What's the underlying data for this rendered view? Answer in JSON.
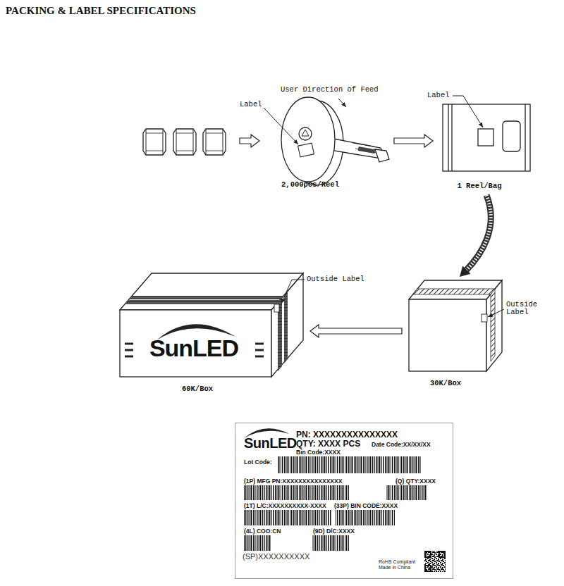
{
  "diagram": {
    "title": "PACKING & LABEL SPECIFICATIONS",
    "nodes": [
      {
        "text": [
          "2,000pcs/Reel"
        ]
      },
      {
        "text": [
          "1 Reel/Bag"
        ]
      },
      {
        "text": [
          "30K/Box"
        ]
      },
      {
        "text": [
          "SunLED",
          "60K/Box"
        ]
      },
      {
        "text": [
          "SunLED",
          "PN: XXXXXXXXXXXXXXX",
          "QTY: XXXX PCS",
          "Date Code:XX/XX/XX",
          "Bin Code:XXXX",
          "Lot Code:",
          "(1P) MFG PN:XXXXXXXXXXXXXXX",
          "(Q) QTY:XXXX",
          "(1T) L/C:XXXXXXXXXX-XXXX",
          "(33P) BIN CODE:XXXX",
          "(4L) COO:CN",
          "(9D) D/C:XXXX",
          "(SP)XXXXXXXXXX",
          "RoHS Compliant Made in China"
        ]
      }
    ],
    "edges": [
      {
        "from": 0,
        "to": 1,
        "arrow": "to"
      },
      {
        "from": 1,
        "to": 2,
        "arrow": "to"
      },
      {
        "from": 2,
        "to": 3,
        "arrow": "to"
      }
    ],
    "labels": [
      "User Direction of Feed",
      "Label",
      "Label",
      "Outside Label",
      "Outside Label"
    ]
  }
}
